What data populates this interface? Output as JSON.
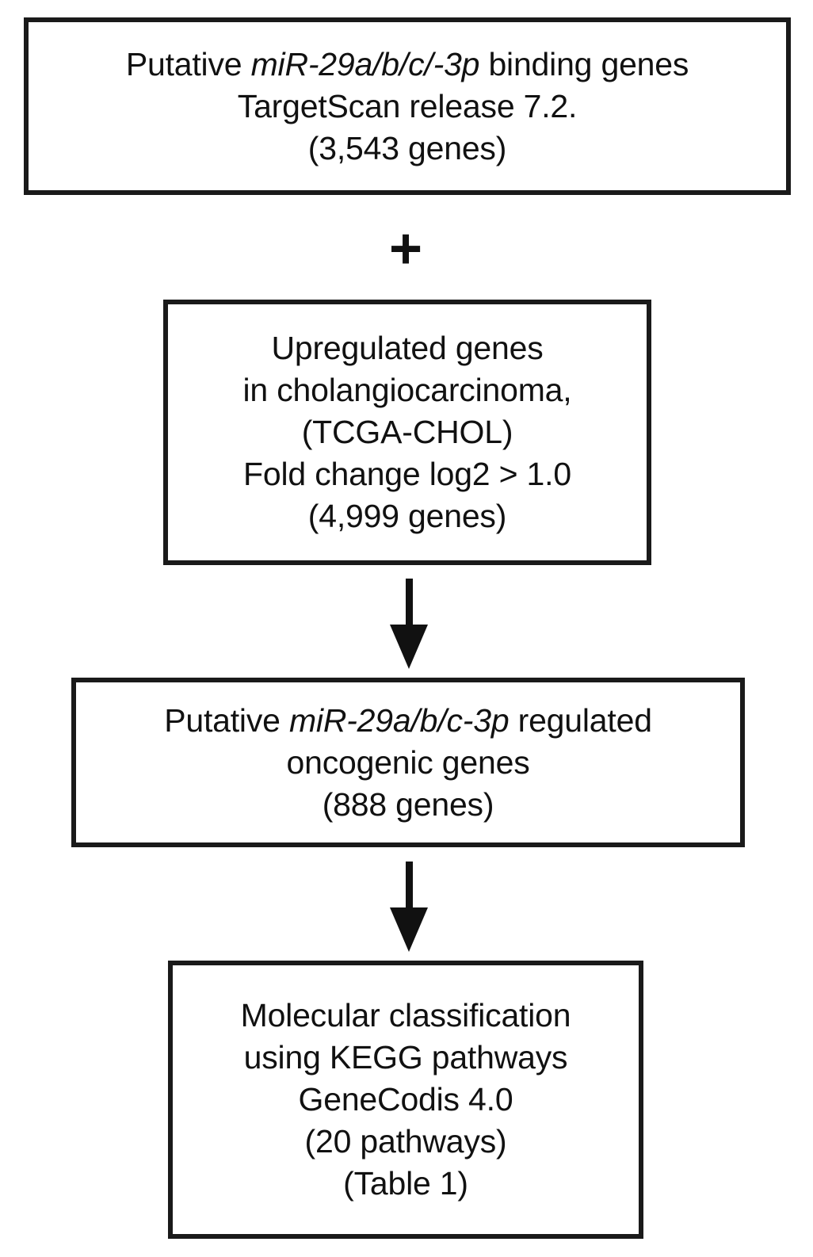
{
  "figure": {
    "type": "flowchart",
    "orientation": "vertical",
    "background_color": "#ffffff",
    "stroke_color": "#111111"
  },
  "boxes": {
    "targetscan": {
      "line1_prefix": "Putative ",
      "line1_italic": "miR-29a/b/c/-3p",
      "line1_suffix": " binding genes",
      "line2": "TargetScan release 7.2.",
      "line3": "(3,543 genes)"
    },
    "upregulated": {
      "line1": "Upregulated genes",
      "line2": "in cholangiocarcinoma,",
      "line3": "(TCGA-CHOL)",
      "line4": "Fold change log2 > 1.0",
      "line5": "(4,999 genes)"
    },
    "oncogenic": {
      "line1_prefix": "Putative ",
      "line1_italic": "miR-29a/b/c-3p",
      "line1_suffix": " regulated",
      "line2": "oncogenic genes",
      "line3": "(888 genes)"
    },
    "kegg": {
      "line1": "Molecular classification",
      "line2": "using KEGG pathways",
      "line3": "GeneCodis 4.0",
      "line4": "(20 pathways)",
      "line5": "(Table 1)"
    }
  },
  "connectors": {
    "plus_symbol": "+",
    "arrow_upregulated_to_oncogenic": "down-arrow-icon",
    "arrow_oncogenic_to_kegg": "down-arrow-icon"
  }
}
